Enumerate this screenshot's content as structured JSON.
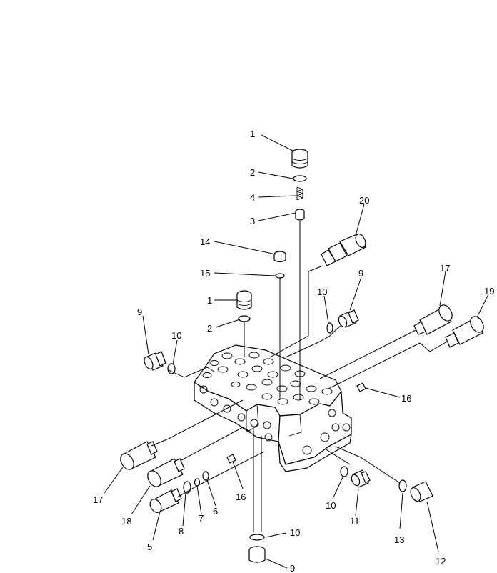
{
  "labels": [
    {
      "id": "l1a",
      "text": "1"
    },
    {
      "id": "l2a",
      "text": "2"
    },
    {
      "id": "l4",
      "text": "4"
    },
    {
      "id": "l3",
      "text": "3"
    },
    {
      "id": "l20",
      "text": "20"
    },
    {
      "id": "l14",
      "text": "14"
    },
    {
      "id": "l15",
      "text": "15"
    },
    {
      "id": "l1b",
      "text": "1"
    },
    {
      "id": "l2b",
      "text": "2"
    },
    {
      "id": "l9a",
      "text": "9"
    },
    {
      "id": "l10a",
      "text": "10"
    },
    {
      "id": "l9b",
      "text": "9"
    },
    {
      "id": "l10b",
      "text": "10"
    },
    {
      "id": "l17a",
      "text": "17"
    },
    {
      "id": "l19",
      "text": "19"
    },
    {
      "id": "l16a",
      "text": "16"
    },
    {
      "id": "l17b",
      "text": "17"
    },
    {
      "id": "l18",
      "text": "18"
    },
    {
      "id": "l5",
      "text": "5"
    },
    {
      "id": "l8",
      "text": "8"
    },
    {
      "id": "l7",
      "text": "7"
    },
    {
      "id": "l6",
      "text": "6"
    },
    {
      "id": "l16b",
      "text": "16"
    },
    {
      "id": "l10c",
      "text": "10"
    },
    {
      "id": "l11",
      "text": "11"
    },
    {
      "id": "l13",
      "text": "13"
    },
    {
      "id": "l12",
      "text": "12"
    },
    {
      "id": "l10d",
      "text": "10"
    },
    {
      "id": "l9c",
      "text": "9"
    }
  ]
}
